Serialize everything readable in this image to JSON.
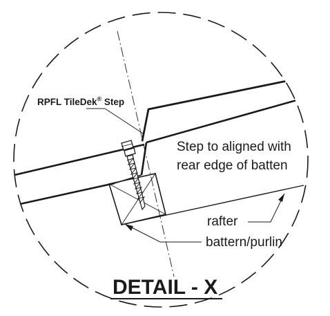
{
  "labels": {
    "product": "RPFL TileDek",
    "product_mark": "®",
    "product_suffix": " Step",
    "note_line1": "Step to aligned with",
    "note_line2": "rear edge of batten",
    "rafter": "rafter",
    "batten": "battern/purlin",
    "title": "DETAIL - X"
  }
}
